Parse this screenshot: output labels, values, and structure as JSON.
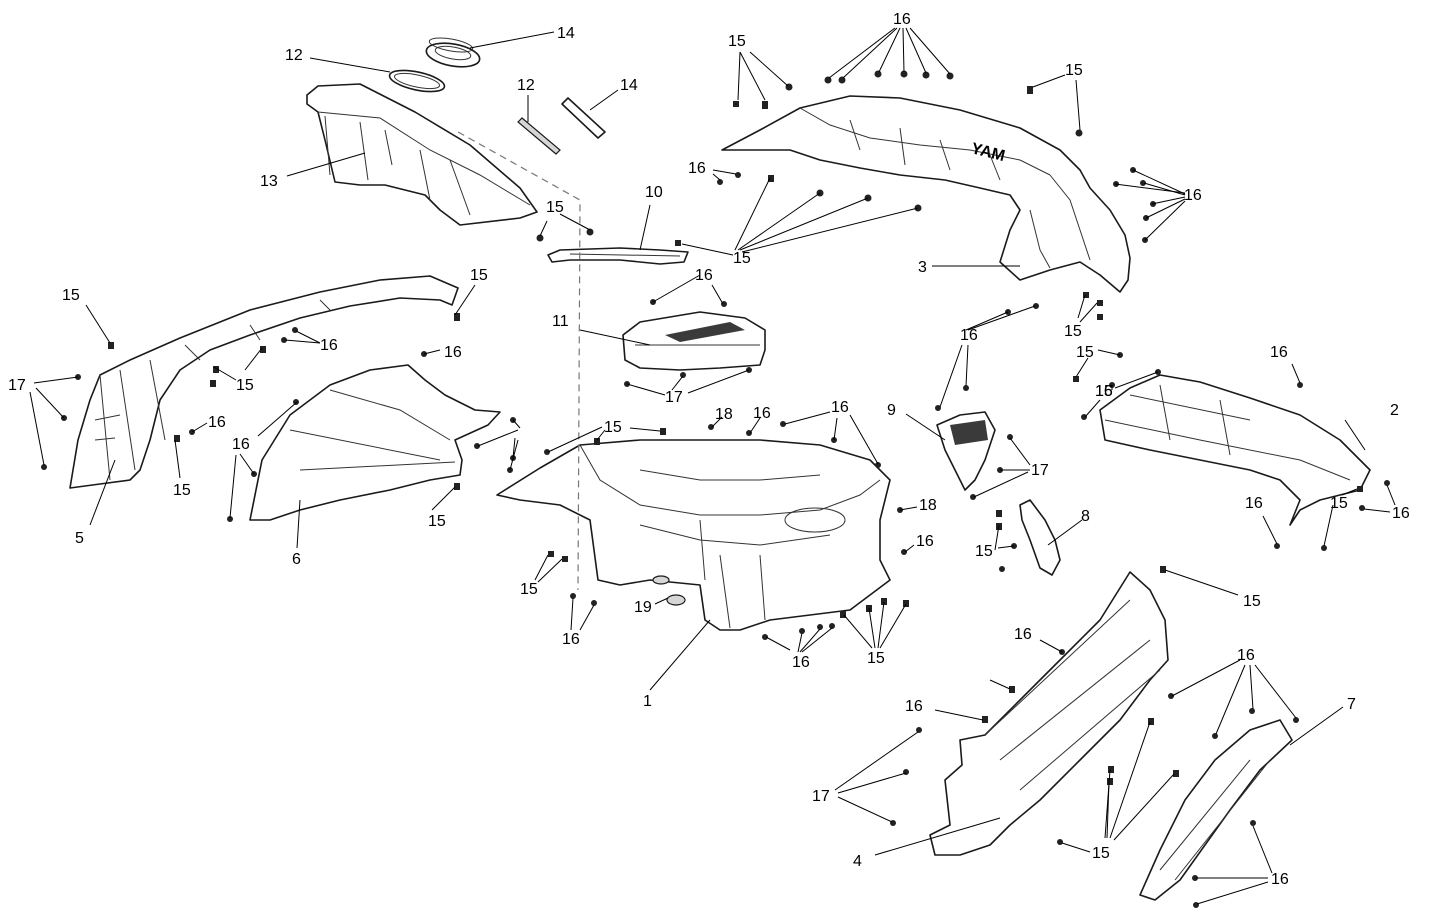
{
  "diagram": {
    "background": "#ffffff",
    "line_color": "#1a1a1a",
    "emboss_text": "YAM",
    "callouts": [
      {
        "id": "c14a",
        "text": "14"
      },
      {
        "id": "c12a",
        "text": "12"
      },
      {
        "id": "c12b",
        "text": "12"
      },
      {
        "id": "c14b",
        "text": "14"
      },
      {
        "id": "c13",
        "text": "13"
      },
      {
        "id": "c15a",
        "text": "15"
      },
      {
        "id": "c16a",
        "text": "16"
      },
      {
        "id": "c15b",
        "text": "15"
      },
      {
        "id": "c10",
        "text": "10"
      },
      {
        "id": "c16b",
        "text": "16"
      },
      {
        "id": "c15c",
        "text": "15"
      },
      {
        "id": "c16c",
        "text": "16"
      },
      {
        "id": "c15d",
        "text": "15"
      },
      {
        "id": "c3",
        "text": "3"
      },
      {
        "id": "c15e",
        "text": "15"
      },
      {
        "id": "c15f",
        "text": "15"
      },
      {
        "id": "c16d",
        "text": "16"
      },
      {
        "id": "c15g",
        "text": "15"
      },
      {
        "id": "c11",
        "text": "11"
      },
      {
        "id": "c16e",
        "text": "16"
      },
      {
        "id": "c15h",
        "text": "15"
      },
      {
        "id": "c16f",
        "text": "16"
      },
      {
        "id": "c15i",
        "text": "15"
      },
      {
        "id": "c17a",
        "text": "17"
      },
      {
        "id": "c16g",
        "text": "16"
      },
      {
        "id": "c16h",
        "text": "16"
      },
      {
        "id": "c15j",
        "text": "15"
      },
      {
        "id": "c16i",
        "text": "16"
      },
      {
        "id": "c2",
        "text": "2"
      },
      {
        "id": "c17b",
        "text": "17"
      },
      {
        "id": "c5",
        "text": "5"
      },
      {
        "id": "c16j",
        "text": "16"
      },
      {
        "id": "c15k",
        "text": "15"
      },
      {
        "id": "c6",
        "text": "6"
      },
      {
        "id": "c16k",
        "text": "16"
      },
      {
        "id": "c15l",
        "text": "15"
      },
      {
        "id": "c15m",
        "text": "15"
      },
      {
        "id": "c18a",
        "text": "18"
      },
      {
        "id": "c16l",
        "text": "16"
      },
      {
        "id": "c16m",
        "text": "16"
      },
      {
        "id": "c9",
        "text": "9"
      },
      {
        "id": "c17c",
        "text": "17"
      },
      {
        "id": "c18b",
        "text": "18"
      },
      {
        "id": "c16n",
        "text": "16"
      },
      {
        "id": "c8",
        "text": "8"
      },
      {
        "id": "c15n",
        "text": "15"
      },
      {
        "id": "c16o",
        "text": "16"
      },
      {
        "id": "c15o",
        "text": "15"
      },
      {
        "id": "c16p",
        "text": "16"
      },
      {
        "id": "c15p",
        "text": "15"
      },
      {
        "id": "c19",
        "text": "19"
      },
      {
        "id": "c16q",
        "text": "16"
      },
      {
        "id": "c15q",
        "text": "15"
      },
      {
        "id": "c16r",
        "text": "16"
      },
      {
        "id": "c1",
        "text": "1"
      },
      {
        "id": "c15r",
        "text": "15"
      },
      {
        "id": "c16s",
        "text": "16"
      },
      {
        "id": "c16t",
        "text": "16"
      },
      {
        "id": "c16u",
        "text": "16"
      },
      {
        "id": "c7",
        "text": "7"
      },
      {
        "id": "c17d",
        "text": "17"
      },
      {
        "id": "c4",
        "text": "4"
      },
      {
        "id": "c15s",
        "text": "15"
      },
      {
        "id": "c16v",
        "text": "16"
      }
    ]
  }
}
